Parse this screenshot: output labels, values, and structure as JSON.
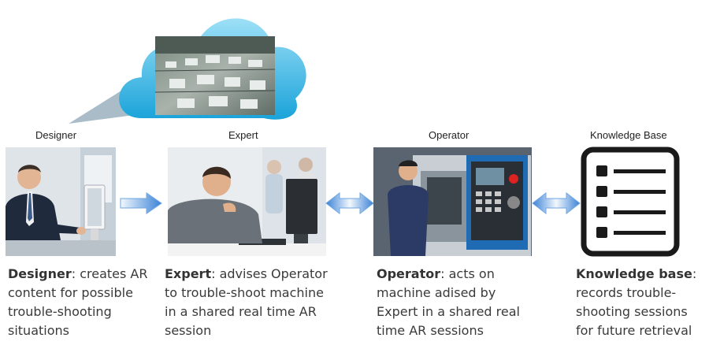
{
  "roles": {
    "designer": {
      "title": "Designer",
      "name": "Designer",
      "lines": [
        ": creates AR",
        "content for possible",
        "trouble-shooting",
        "situations"
      ]
    },
    "expert": {
      "title": "Expert",
      "name": "Expert",
      "lines": [
        ": advises Operator",
        "to trouble-shoot machine",
        "in a shared real time AR",
        "session"
      ]
    },
    "operator": {
      "title": "Operator",
      "name": "Operator",
      "lines": [
        ": acts on",
        "machine adised by",
        "Expert in a shared real",
        "time AR sessions"
      ]
    },
    "knowledge": {
      "title": "Knowledge Base",
      "name": "Knowledge base",
      "lines": [
        ":",
        "records trouble-",
        "shooting sessions",
        "for future retrieval"
      ]
    }
  },
  "colors": {
    "cloud_light": "#7fd3f2",
    "cloud_dark": "#1aa3d9",
    "arrow_light": "#e8f4fc",
    "arrow_dark": "#3b82d6",
    "kb_stroke": "#1a1a1a"
  },
  "icons": {
    "cloud": "cloud-icon",
    "knowledge": "checklist-icon"
  }
}
